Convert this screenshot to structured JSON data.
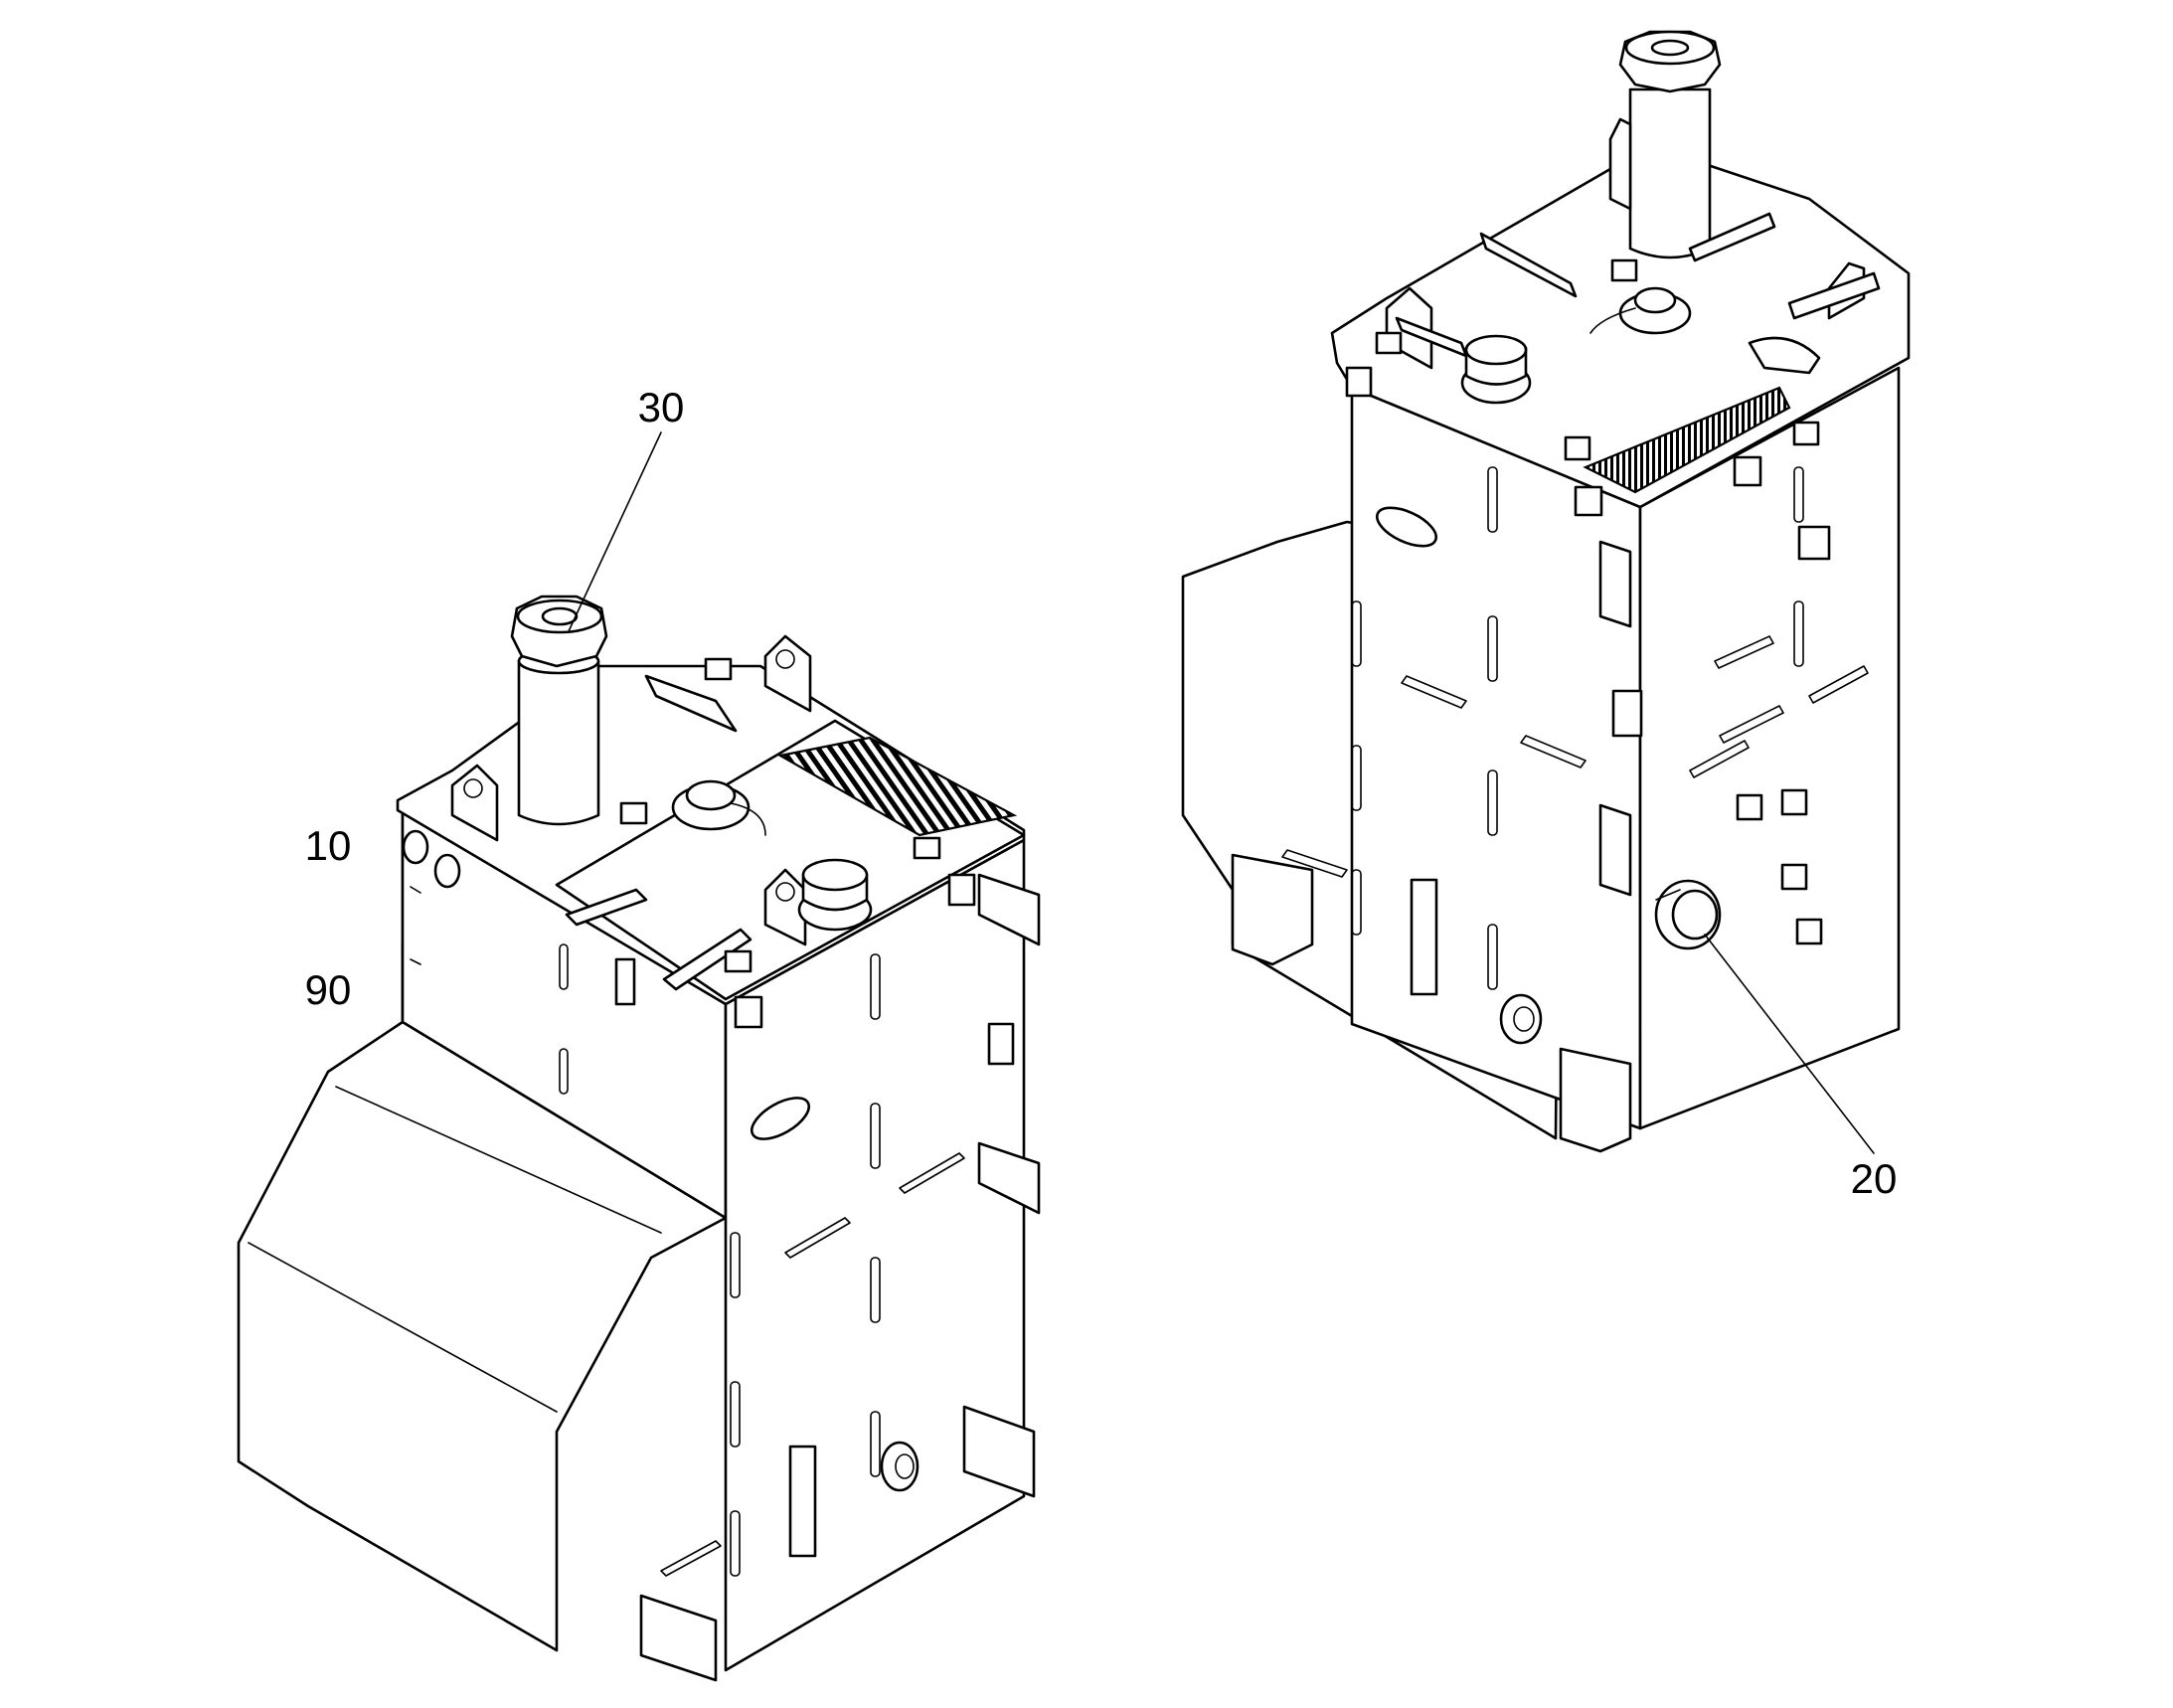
{
  "callouts": [
    {
      "id": "30",
      "label": "30"
    },
    {
      "id": "10",
      "label": "10"
    },
    {
      "id": "90",
      "label": "90"
    },
    {
      "id": "20",
      "label": "20"
    }
  ],
  "colors": {
    "line": "#000000",
    "background": "#ffffff"
  }
}
